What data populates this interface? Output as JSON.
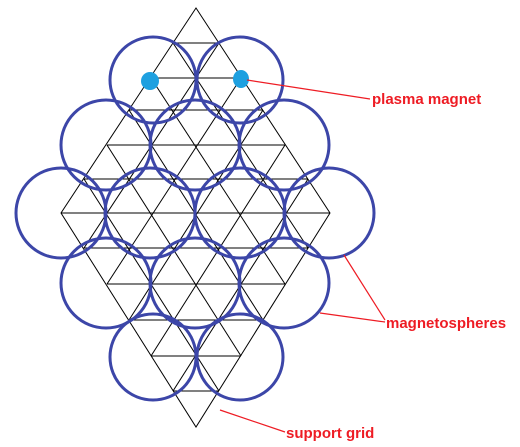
{
  "labels": {
    "plasma_magnet": "plasma magnet",
    "magnetospheres": "magnetospheres",
    "support_grid": "support grid"
  },
  "colors": {
    "background": "#ffffff",
    "grid_line": "#000000",
    "circle": "#3c46a8",
    "magnet": "#1ea0e0",
    "label": "#ee1c24",
    "leader": "#ee1c24"
  }
}
